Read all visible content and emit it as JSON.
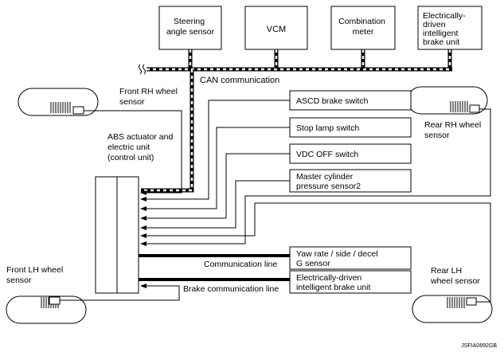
{
  "top_boxes": [
    {
      "lines": [
        "Steering",
        "angle sensor"
      ]
    },
    {
      "lines": [
        "VCM"
      ]
    },
    {
      "lines": [
        "Combination",
        "meter"
      ]
    },
    {
      "lines": [
        "Electrically-",
        "driven",
        "intelligent",
        "brake unit"
      ]
    }
  ],
  "can_label": "CAN communication",
  "right_boxes": [
    {
      "lines": [
        "ASCD brake switch"
      ]
    },
    {
      "lines": [
        "Stop lamp switch"
      ]
    },
    {
      "lines": [
        "VDC OFF switch"
      ]
    },
    {
      "lines": [
        "Master cylinder",
        "pressure sensor2"
      ]
    },
    {
      "lines": [
        "Yaw rate / side / decel",
        "G sensor"
      ]
    },
    {
      "lines": [
        "Electrically-driven",
        "intelligent brake unit"
      ]
    }
  ],
  "wheel_sensors": {
    "front_rh": [
      "Front RH wheel",
      "sensor"
    ],
    "rear_rh": [
      "Rear RH wheel",
      "sensor"
    ],
    "front_lh": [
      "Front LH wheel",
      "sensor"
    ],
    "rear_lh": [
      "Rear LH",
      "wheel sensor"
    ]
  },
  "abs_unit": [
    "ABS actuator and",
    "electric unit",
    "(control unit)"
  ],
  "communication_line_label": "Communication line",
  "brake_communication_line_label": "Brake communication line",
  "figure_id": "JSFIA0892GB"
}
